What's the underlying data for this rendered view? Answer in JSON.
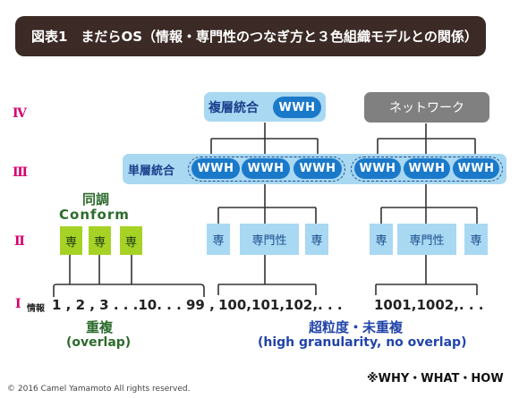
{
  "title": "図表1　まだらOS（情報・専門性のつなぎ方と３色組織モデルとの関係）",
  "levels": [
    "Ⅳ",
    "Ⅲ",
    "Ⅱ",
    "Ⅰ"
  ],
  "level4": {
    "composite_label": "複層統合",
    "composite_pill": "WWH",
    "network_label": "ネットワーク"
  },
  "level3": {
    "single_label": "単層統合",
    "pills": [
      "WWH",
      "WWH",
      "WWH",
      "WWH",
      "WWH",
      "WWH"
    ]
  },
  "conform": {
    "title": "同調",
    "subtitle": "Conform",
    "boxes": [
      "専",
      "専",
      "専"
    ]
  },
  "level2": {
    "group_a": [
      "専",
      "専門性",
      "専"
    ],
    "group_b": [
      "専",
      "専門性",
      "専"
    ]
  },
  "level1": {
    "info_label": "情報",
    "seq1": "1 , 2 , 3 . . .10. . . 99 ,",
    "seq2": "100,101,102,. . .",
    "seq3": "1001,1002,. . .",
    "overlap_jp": "重複",
    "overlap_en": "(overlap)",
    "granular_jp": "超粒度・未重複",
    "granular_en": "(high granularity, no overlap)"
  },
  "note": "※WHY・WHAT・HOW",
  "copyright": "© 2016 Camel Yamamoto All rights reserved.",
  "colors": {
    "title_bg": "#3b2a25",
    "pill": "#1b79c9",
    "light_blue": "#a9d8f3",
    "green": "#a6d226",
    "level": "#d6006e",
    "network": "#808080"
  }
}
